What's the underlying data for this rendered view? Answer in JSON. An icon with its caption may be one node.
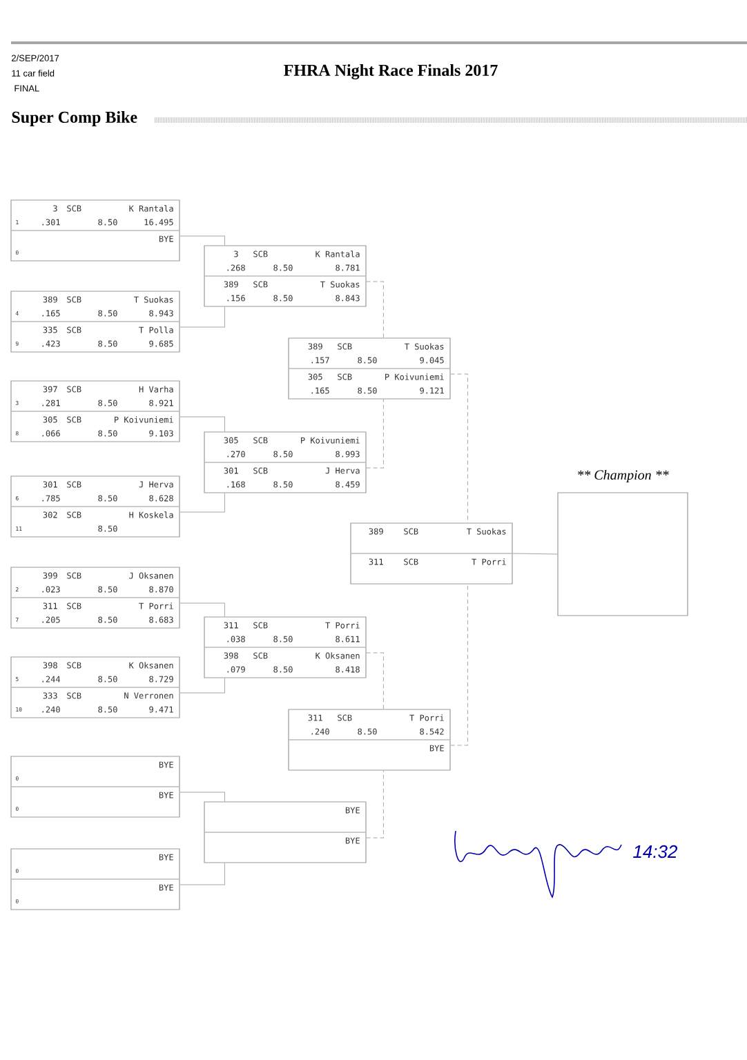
{
  "diagram": {
    "title": "FHRA Night Race Finals 2017",
    "nodes": [
      {
        "text": [],
        "shape": "box"
      },
      {
        "text": [
          "3",
          "SCB",
          "K Rantala",
          "1",
          ".301",
          "8.50",
          "16.495"
        ],
        "in": 0
      },
      {
        "text": [
          "BYE",
          "0"
        ],
        "in": 0
      },
      {
        "text": [],
        "shape": "box"
      },
      {
        "text": [
          "389",
          "SCB",
          "T Suokas",
          "4",
          ".165",
          "8.50",
          "8.943"
        ],
        "in": 3
      },
      {
        "text": [
          "335",
          "SCB",
          "T Polla",
          "9",
          ".423",
          "8.50",
          "9.685"
        ],
        "in": 3
      },
      {
        "text": [],
        "shape": "box"
      },
      {
        "text": [
          "397",
          "SCB",
          "H Varha",
          "3",
          ".281",
          "8.50",
          "8.921"
        ],
        "in": 6
      },
      {
        "text": [
          "305",
          "SCB",
          "P Koivuniemi",
          "8",
          ".066",
          "8.50",
          "9.103"
        ],
        "in": 6
      },
      {
        "text": [],
        "shape": "box"
      },
      {
        "text": [
          "301",
          "SCB",
          "J Herva",
          "6",
          ".785",
          "8.50",
          "8.628"
        ],
        "in": 9
      },
      {
        "text": [
          "302",
          "SCB",
          "H Koskela",
          "11",
          "8.50"
        ],
        "in": 9
      },
      {
        "text": [],
        "shape": "box"
      },
      {
        "text": [
          "399",
          "SCB",
          "J Oksanen",
          "2",
          ".023",
          "8.50",
          "8.870"
        ],
        "in": 12
      },
      {
        "text": [
          "311",
          "SCB",
          "T Porri",
          "7",
          ".205",
          "8.50",
          "8.683"
        ],
        "in": 12
      },
      {
        "text": [],
        "shape": "box"
      },
      {
        "text": [
          "398",
          "SCB",
          "K Oksanen",
          "5",
          ".244",
          "8.50",
          "8.729"
        ],
        "in": 15
      },
      {
        "text": [
          "333",
          "SCB",
          "N Verronen",
          "10",
          ".240",
          "8.50",
          "9.471"
        ],
        "in": 15
      },
      {
        "text": [],
        "shape": "box"
      },
      {
        "text": [
          "BYE",
          "0"
        ],
        "in": 18
      },
      {
        "text": [
          "BYE",
          "0"
        ],
        "in": 18
      },
      {
        "text": [],
        "shape": "box"
      },
      {
        "text": [
          "BYE",
          "0"
        ],
        "in": 21
      },
      {
        "text": [
          "BYE",
          "0"
        ],
        "in": 21
      },
      {
        "text": [],
        "shape": "box"
      },
      {
        "text": [
          "3",
          "SCB",
          "K Rantala",
          ".268",
          "8.50",
          "8.781"
        ],
        "in": 24
      },
      {
        "text": [
          "389",
          "SCB",
          "T Suokas",
          ".156",
          "8.50",
          "8.843"
        ],
        "in": 24
      },
      {
        "text": [],
        "shape": "box"
      },
      {
        "text": [
          "305",
          "SCB",
          "P Koivuniemi",
          ".270",
          "8.50",
          "8.993"
        ],
        "in": 27
      },
      {
        "text": [
          "301",
          "SCB",
          "J Herva",
          ".168",
          "8.50",
          "8.459"
        ],
        "in": 27
      },
      {
        "text": [],
        "shape": "box"
      },
      {
        "text": [
          "311",
          "SCB",
          "T Porri",
          ".038",
          "8.50",
          "8.611"
        ],
        "in": 30
      },
      {
        "text": [
          "398",
          "SCB",
          "K Oksanen",
          ".079",
          "8.50",
          "8.418"
        ],
        "in": 30
      },
      {
        "text": [],
        "shape": "box"
      },
      {
        "text": [
          "BYE"
        ],
        "in": 33
      },
      {
        "text": [
          "BYE"
        ],
        "in": 33
      },
      {
        "text": [],
        "shape": "box"
      },
      {
        "text": [
          "389",
          "SCB",
          "T Suokas",
          ".157",
          "8.50",
          "9.045"
        ],
        "in": 36
      },
      {
        "text": [
          "305",
          "SCB",
          "P Koivuniemi",
          ".165",
          "8.50",
          "9.121"
        ],
        "in": 36
      },
      {
        "text": [],
        "shape": "box"
      },
      {
        "text": [
          "311",
          "SCB",
          "T Porri",
          ".240",
          "8.50",
          "8.542"
        ],
        "in": 39
      },
      {
        "text": [
          "BYE"
        ],
        "in": 39
      },
      {
        "text": [],
        "shape": "box"
      },
      {
        "text": [
          "389",
          "SCB",
          "T Suokas"
        ],
        "in": 42
      },
      {
        "text": [
          "311",
          "SCB",
          "T Porri"
        ],
        "in": 42
      },
      {
        "text": [
          "** Champion **"
        ]
      }
    ],
    "edges": [
      {
        "from": 0,
        "to": 24,
        "arrow": "none"
      },
      {
        "from": 3,
        "to": 24,
        "arrow": "none"
      },
      {
        "from": 6,
        "to": 27,
        "arrow": "none"
      },
      {
        "from": 9,
        "to": 27,
        "arrow": "none"
      },
      {
        "from": 12,
        "to": 30,
        "arrow": "none"
      },
      {
        "from": 15,
        "to": 30,
        "arrow": "none"
      },
      {
        "from": 18,
        "to": 33,
        "arrow": "none"
      },
      {
        "from": 21,
        "to": 33,
        "arrow": "none"
      },
      {
        "from": 24,
        "to": 36,
        "arrow": "none",
        "style": "dashed"
      },
      {
        "from": 27,
        "to": 36,
        "arrow": "none",
        "style": "dashed"
      },
      {
        "from": 30,
        "to": 39,
        "arrow": "none",
        "style": "dashed"
      },
      {
        "from": 33,
        "to": 39,
        "arrow": "none",
        "style": "dashed"
      },
      {
        "from": 36,
        "to": 42,
        "arrow": "none",
        "style": "dashed"
      },
      {
        "from": 39,
        "to": 42,
        "arrow": "none",
        "style": "dashed"
      },
      {
        "from": 42,
        "to": 45,
        "arrow": "none"
      }
    ],
    "labels": [
      "2/SEP/2017",
      "11 car field",
      "FINAL",
      "Super Comp Bike",
      "14:32"
    ]
  }
}
